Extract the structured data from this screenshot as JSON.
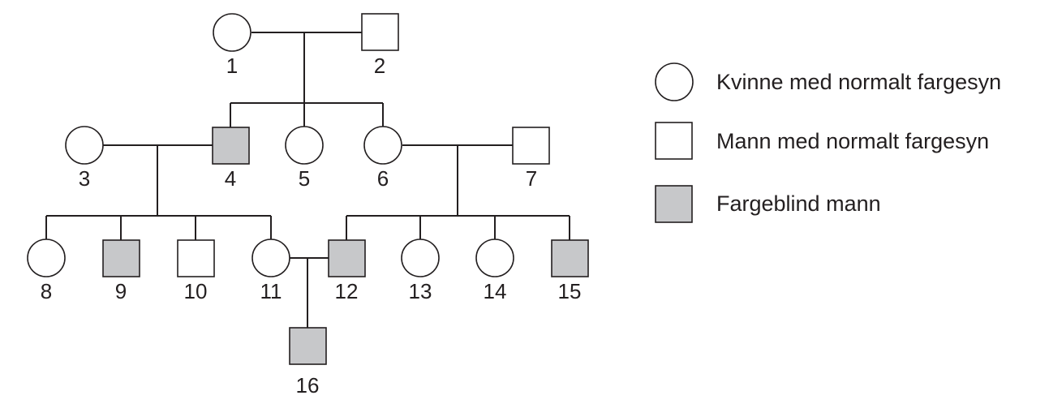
{
  "colors": {
    "line": "#231f20",
    "affected_fill": "#c7c8ca",
    "normal_fill": "#ffffff"
  },
  "individuals": [
    {
      "id": "1",
      "sex": "female",
      "affected": false
    },
    {
      "id": "2",
      "sex": "male",
      "affected": false
    },
    {
      "id": "3",
      "sex": "female",
      "affected": false
    },
    {
      "id": "4",
      "sex": "male",
      "affected": true
    },
    {
      "id": "5",
      "sex": "female",
      "affected": false
    },
    {
      "id": "6",
      "sex": "female",
      "affected": false
    },
    {
      "id": "7",
      "sex": "male",
      "affected": false
    },
    {
      "id": "8",
      "sex": "female",
      "affected": false
    },
    {
      "id": "9",
      "sex": "male",
      "affected": true
    },
    {
      "id": "10",
      "sex": "male",
      "affected": false
    },
    {
      "id": "11",
      "sex": "female",
      "affected": false
    },
    {
      "id": "12",
      "sex": "male",
      "affected": true
    },
    {
      "id": "13",
      "sex": "female",
      "affected": false
    },
    {
      "id": "14",
      "sex": "female",
      "affected": false
    },
    {
      "id": "15",
      "sex": "male",
      "affected": true
    },
    {
      "id": "16",
      "sex": "male",
      "affected": true
    }
  ],
  "legend": {
    "female_normal": "Kvinne med normalt fargesyn",
    "male_normal": "Mann med normalt fargesyn",
    "male_colorblind": "Fargeblind mann"
  }
}
